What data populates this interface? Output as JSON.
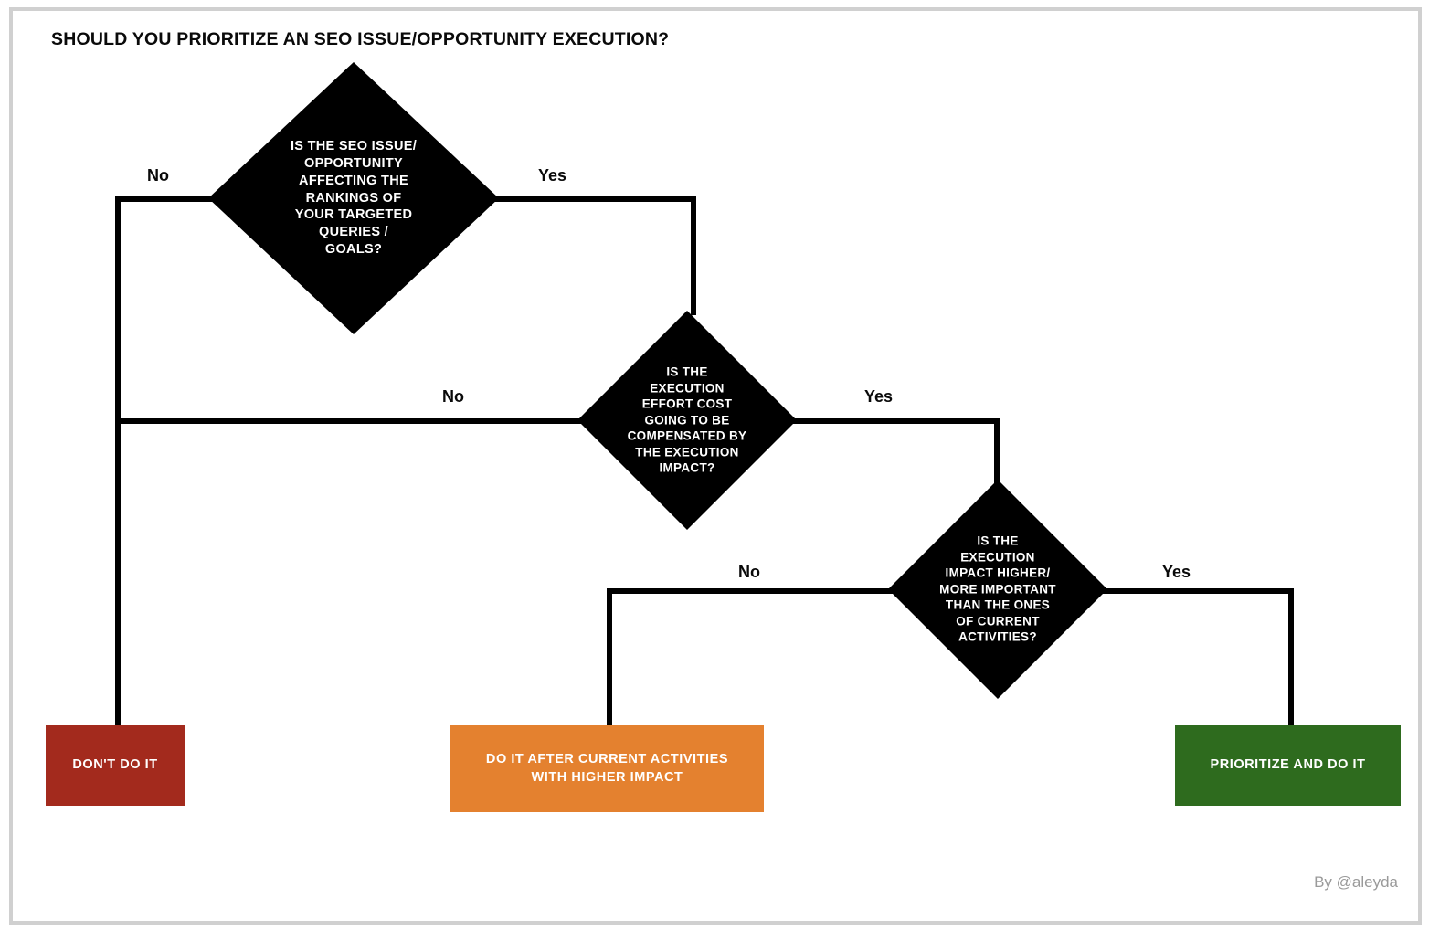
{
  "page": {
    "title": "SHOULD YOU PRIORITIZE AN SEO ISSUE/OPPORTUNITY EXECUTION?",
    "credit": "By @aleyda",
    "background": "#ffffff",
    "frame_color": "#d0d0d0",
    "line_color": "#000000"
  },
  "flowchart": {
    "type": "decision-flowchart",
    "decisions": [
      {
        "id": "d1",
        "text": "IS THE SEO ISSUE/\nOPPORTUNITY\nAFFECTING THE\nRANKINGS OF\nYOUR TARGETED\nQUERIES /\nGOALS?",
        "fill": "#000000",
        "text_color": "#ffffff",
        "no_label": "No",
        "yes_label": "Yes",
        "no_target": "dont-do-it",
        "yes_target": "d2"
      },
      {
        "id": "d2",
        "text": "IS THE\nEXECUTION\nEFFORT COST\nGOING TO BE\nCOMPENSATED BY\nTHE EXECUTION\nIMPACT?",
        "fill": "#000000",
        "text_color": "#ffffff",
        "no_label": "No",
        "yes_label": "Yes",
        "no_target": "dont-do-it",
        "yes_target": "d3"
      },
      {
        "id": "d3",
        "text": "IS THE\nEXECUTION\nIMPACT HIGHER/\nMORE IMPORTANT\nTHAN THE ONES\nOF CURRENT\nACTIVITIES?",
        "fill": "#000000",
        "text_color": "#ffffff",
        "no_label": "No",
        "yes_label": "Yes",
        "no_target": "do-it-after",
        "yes_target": "prioritize"
      }
    ],
    "outcomes": [
      {
        "id": "dont-do-it",
        "label": "DON'T DO IT",
        "color": "#a32a1d",
        "text_color": "#ffffff"
      },
      {
        "id": "do-it-after",
        "label": "DO IT AFTER CURRENT ACTIVITIES\nWITH HIGHER IMPACT",
        "color": "#e4812f",
        "text_color": "#ffffff"
      },
      {
        "id": "prioritize",
        "label": "PRIORITIZE AND DO IT",
        "color": "#2e6b1e",
        "text_color": "#ffffff"
      }
    ]
  }
}
